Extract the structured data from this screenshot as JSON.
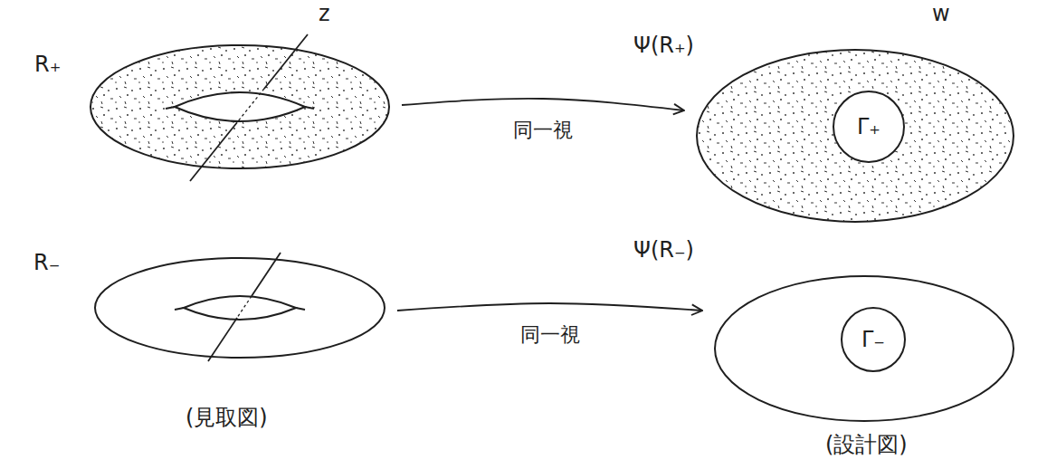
{
  "diagram": {
    "nodes": [
      {
        "text": [
          "R₊"
        ]
      },
      {
        "text": [
          "Ψ(R₊)"
        ]
      },
      {
        "text": [
          "Γ₊"
        ],
        "in": 1
      },
      {
        "text": [
          "R₋"
        ]
      },
      {
        "text": [
          "Ψ(R₋)"
        ]
      },
      {
        "text": [
          "Γ₋"
        ],
        "in": 4
      }
    ],
    "edges": [
      {
        "from": 0,
        "to": 1,
        "arrow": "to",
        "label": "同一視"
      },
      {
        "from": 3,
        "to": 4,
        "arrow": "to",
        "label": "同一視"
      }
    ],
    "labels": [
      "z",
      "w",
      "(見取図)",
      "(設計図)"
    ]
  }
}
